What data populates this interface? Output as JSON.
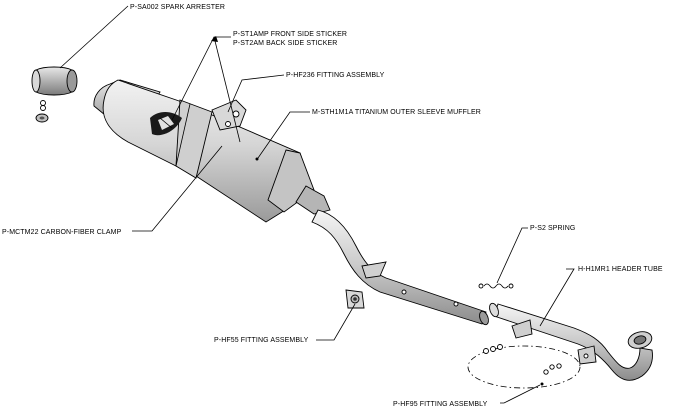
{
  "labels": {
    "spark_arrester": "P-SA002  SPARK ARRESTER",
    "front_sticker": "P-ST1AMP  FRONT SIDE STICKER",
    "back_sticker": "P-ST2AM    BACK SIDE STICKER",
    "fitting_hf236": "P-HF236  FITTING ASSEMBLY",
    "outer_sleeve": "M-STH1M1A  TITANIUM OUTER SLEEVE MUFFLER",
    "carbon_clamp": "P-MCTM22  CARBON-FIBER CLAMP",
    "spring": "P-S2  SPRING",
    "header_tube": "H-H1MR1  HEADER TUBE",
    "fitting_hf55": "P-HF55  FITTING ASSEMBLY",
    "fitting_hf95": "P-HF95  FITTING ASSEMBLY"
  },
  "colors": {
    "line": "#000000",
    "metal_light": "#e6e6e6",
    "metal_mid": "#bdbdbd",
    "metal_dark": "#8a8a8a"
  }
}
